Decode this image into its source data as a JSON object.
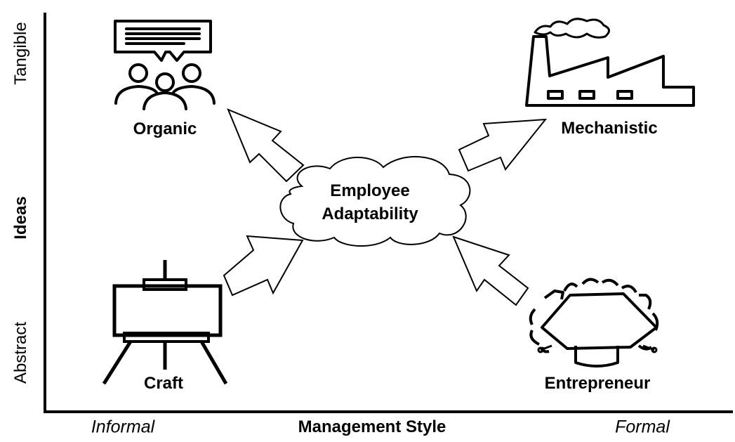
{
  "axes": {
    "x_label": "Management Style",
    "x_left": "Informal",
    "x_right": "Formal",
    "y_label": "Ideas",
    "y_top": "Tangible",
    "y_bottom": "Abstract"
  },
  "center_node": {
    "line1": "Employee",
    "line2": "Adaptability"
  },
  "quadrants": {
    "top_left": {
      "label": "Organic",
      "icon": "meeting-speech-icon"
    },
    "top_right": {
      "label": "Mechanistic",
      "icon": "factory-icon"
    },
    "bottom_left": {
      "label": "Craft",
      "icon": "easel-icon"
    },
    "bottom_right": {
      "label": "Entrepreneur",
      "icon": "boardroom-table-icon"
    }
  }
}
